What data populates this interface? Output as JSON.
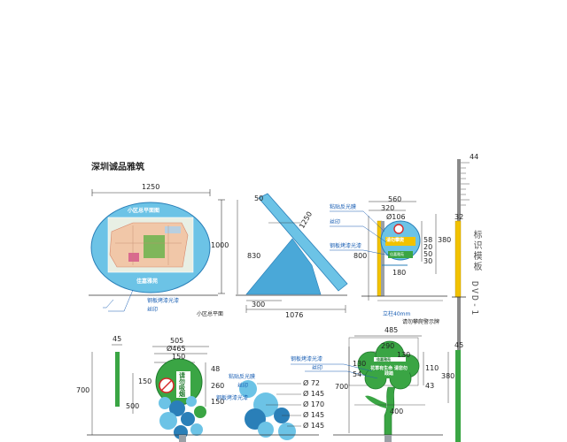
{
  "header": {
    "project_title": "深圳诚品雅筑"
  },
  "panel_site_map": {
    "width_dim": "1250",
    "height_dim": "1000",
    "map_heading": "小区总平面图",
    "map_footer": "佳嘉雅苑",
    "note_steel": "钢板烤漆光漆",
    "note_print": "丝印",
    "caption": "小区总平面"
  },
  "panel_angled": {
    "dim_50": "50",
    "dim_1250": "1250",
    "dim_830": "830",
    "dim_300": "300",
    "dim_1076": "1076"
  },
  "panel_pole_sign": {
    "dim_560": "560",
    "dim_320": "320",
    "dim_d106": "Ø106",
    "dim_800": "800",
    "dim_58": "58",
    "dim_20": "20",
    "dim_50": "50",
    "dim_30": "30",
    "dim_380": "380",
    "dim_180": "180",
    "note_reflect": "粘贴反光膜",
    "note_print": "丝印",
    "note_steel": "钢板烤漆光漆",
    "sign_text": "请勿攀爬",
    "sign_sub": "佳嘉雅苑",
    "pole_note": "立柱40mm",
    "caption": "请勿攀爬警示牌"
  },
  "panel_strip": {
    "dim_44": "44",
    "dim_32": "32",
    "label_vertical": "标识模板",
    "code": "DVD-1"
  },
  "panel_no_smoking": {
    "dim_45": "45",
    "dim_505": "505",
    "dim_d465": "Ø465",
    "dim_150_top": "150",
    "dim_700": "700",
    "dim_500": "500",
    "dim_150_left": "150",
    "dim_48": "48",
    "dim_260": "260",
    "dim_150_right": "150",
    "note_reflect": "粘贴反光膜",
    "note_print": "丝印",
    "note_steel": "钢板烤漆光漆",
    "circles": [
      "Ø 72",
      "Ø 145",
      "Ø 170",
      "Ø 145",
      "Ø 145"
    ],
    "sign_text": "请勿吸烟"
  },
  "panel_cloud": {
    "dim_485": "485",
    "dim_290": "290",
    "dim_130_top": "130",
    "dim_130_left": "130",
    "dim_54": "54",
    "dim_700": "700",
    "dim_110": "110",
    "dim_43": "43",
    "dim_400": "400",
    "dim_380": "380",
    "dim_45": "45",
    "note_steel": "钢板烤漆光漆",
    "note_print": "丝印",
    "sign_head": "佳嘉雅苑",
    "sign_text": "花草有生命 请您勿践踏"
  },
  "colors": {
    "sky_blue": "#6cc3e6",
    "dark_blue": "#2a7fb8",
    "green": "#3aa544",
    "yellow": "#f2c200",
    "grey_pole": "#9aa0a6",
    "annotation_blue": "#1a5fb4"
  }
}
